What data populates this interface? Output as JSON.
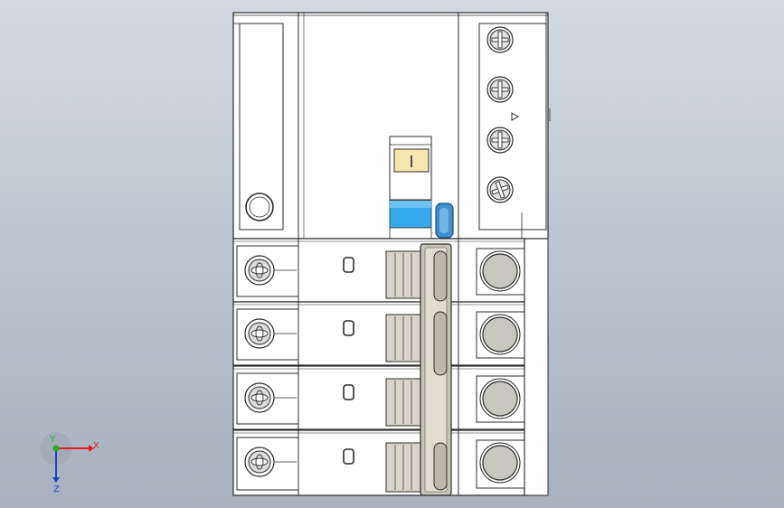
{
  "viewport": {
    "background_top": "#d4dae2",
    "background_bottom": "#a7b1bd"
  },
  "model": {
    "description_colors": {
      "body": "#ffffff",
      "line": "#2b2b2b",
      "screw_fill": "#dcdcdc",
      "terminal_fill": "#c8c8c0",
      "handle_fill": "#c9c4b8",
      "indicator_blue": "#34a8e8",
      "indicator_label_bg": "#f4e7b0"
    },
    "indicator_symbol": "I",
    "top_screw_count": 4,
    "pole_count": 4
  },
  "triad": {
    "x_label": "X",
    "y_label": "Y",
    "z_label": "Z",
    "x_color": "#e02020",
    "y_color": "#20b020",
    "z_color": "#2040d0"
  }
}
